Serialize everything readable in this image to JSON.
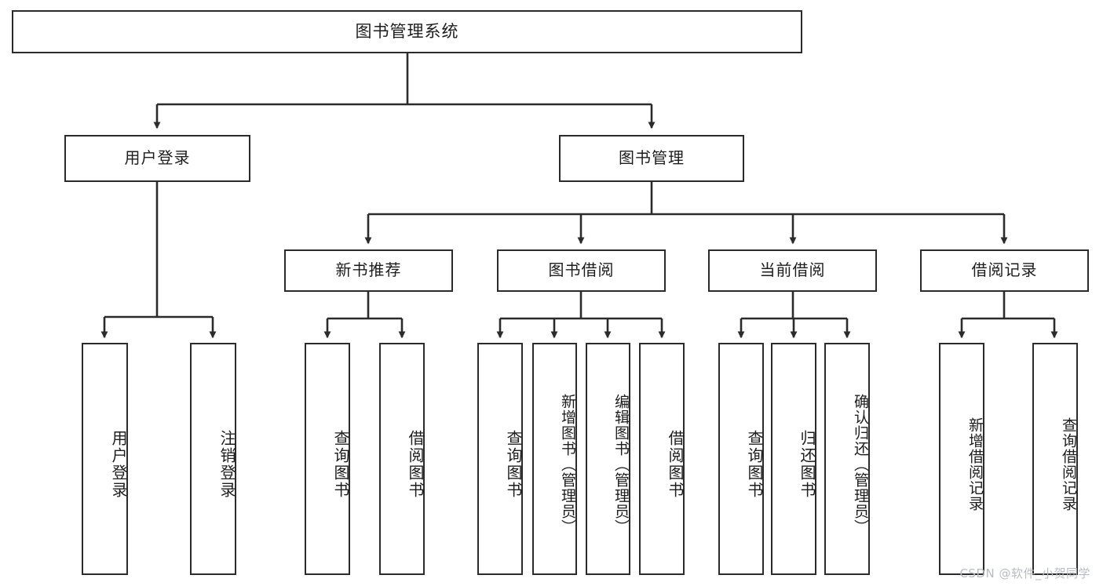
{
  "diagram": {
    "title": "图书管理系统",
    "watermark": "CSDN @软件_小贺同学",
    "line_color": "#2b2b2b",
    "box_border_color": "#2b2b2b",
    "box_fill_color": "#ffffff",
    "background_color": "#ffffff",
    "watermark_color": "#b9bcc2",
    "type": "tree-hierarchy"
  },
  "nodes": {
    "root": {
      "label": "图书管理系统"
    },
    "level_two": [
      {
        "id": "user-login",
        "label": "用户登录"
      },
      {
        "id": "book-manage",
        "label": "图书管理"
      }
    ],
    "level_three": [
      {
        "id": "new-book-recommend",
        "label": "新书推荐"
      },
      {
        "id": "book-borrow",
        "label": "图书借阅"
      },
      {
        "id": "current-borrow",
        "label": "当前借阅"
      },
      {
        "id": "borrow-record",
        "label": "借阅记录"
      }
    ],
    "leaves": {
      "user_login": [
        {
          "id": "leaf-user-login",
          "label": "用户登录"
        },
        {
          "id": "leaf-user-logout",
          "label": "注销登录"
        }
      ],
      "new_book_recommend": [
        {
          "id": "leaf-query-book-1",
          "label": "查询图书"
        },
        {
          "id": "leaf-borrow-book-1",
          "label": "借阅图书"
        }
      ],
      "book_borrow": [
        {
          "id": "leaf-query-book-2",
          "label": "查询图书"
        },
        {
          "id": "leaf-add-book",
          "label": "新增图书（管理员）"
        },
        {
          "id": "leaf-edit-book",
          "label": "编辑图书（管理员）"
        },
        {
          "id": "leaf-borrow-book-2",
          "label": "借阅图书"
        }
      ],
      "current_borrow": [
        {
          "id": "leaf-query-book-3",
          "label": "查询图书"
        },
        {
          "id": "leaf-return-book",
          "label": "归还图书"
        },
        {
          "id": "leaf-confirm-return",
          "label": "确认归还（管理员）"
        }
      ],
      "borrow_record": [
        {
          "id": "leaf-add-record",
          "label": "新增借阅记录"
        },
        {
          "id": "leaf-query-record",
          "label": "查询借阅记录"
        }
      ]
    }
  }
}
